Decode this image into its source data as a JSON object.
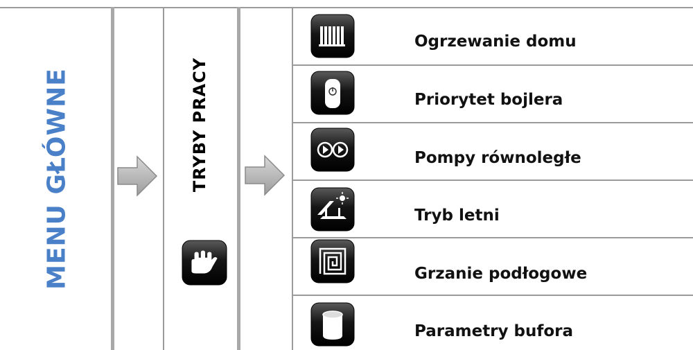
{
  "menu_title": {
    "part1": "MENU",
    "part2": "GŁÓWNE",
    "color": "#4a80c8"
  },
  "submenu_title": "TRYBY PRACY",
  "mode_icon": "hand-icon",
  "options": [
    {
      "label": "Ogrzewanie domu",
      "icon": "radiator-icon"
    },
    {
      "label": "Priorytet bojlera",
      "icon": "boiler-icon"
    },
    {
      "label": "Pompy równoległe",
      "icon": "parallel-pumps-icon"
    },
    {
      "label": "Tryb letni",
      "icon": "summer-mode-icon"
    },
    {
      "label": "Grzanie podłogowe",
      "icon": "floor-heating-icon"
    },
    {
      "label": "Parametry bufora",
      "icon": "buffer-tank-icon"
    }
  ]
}
